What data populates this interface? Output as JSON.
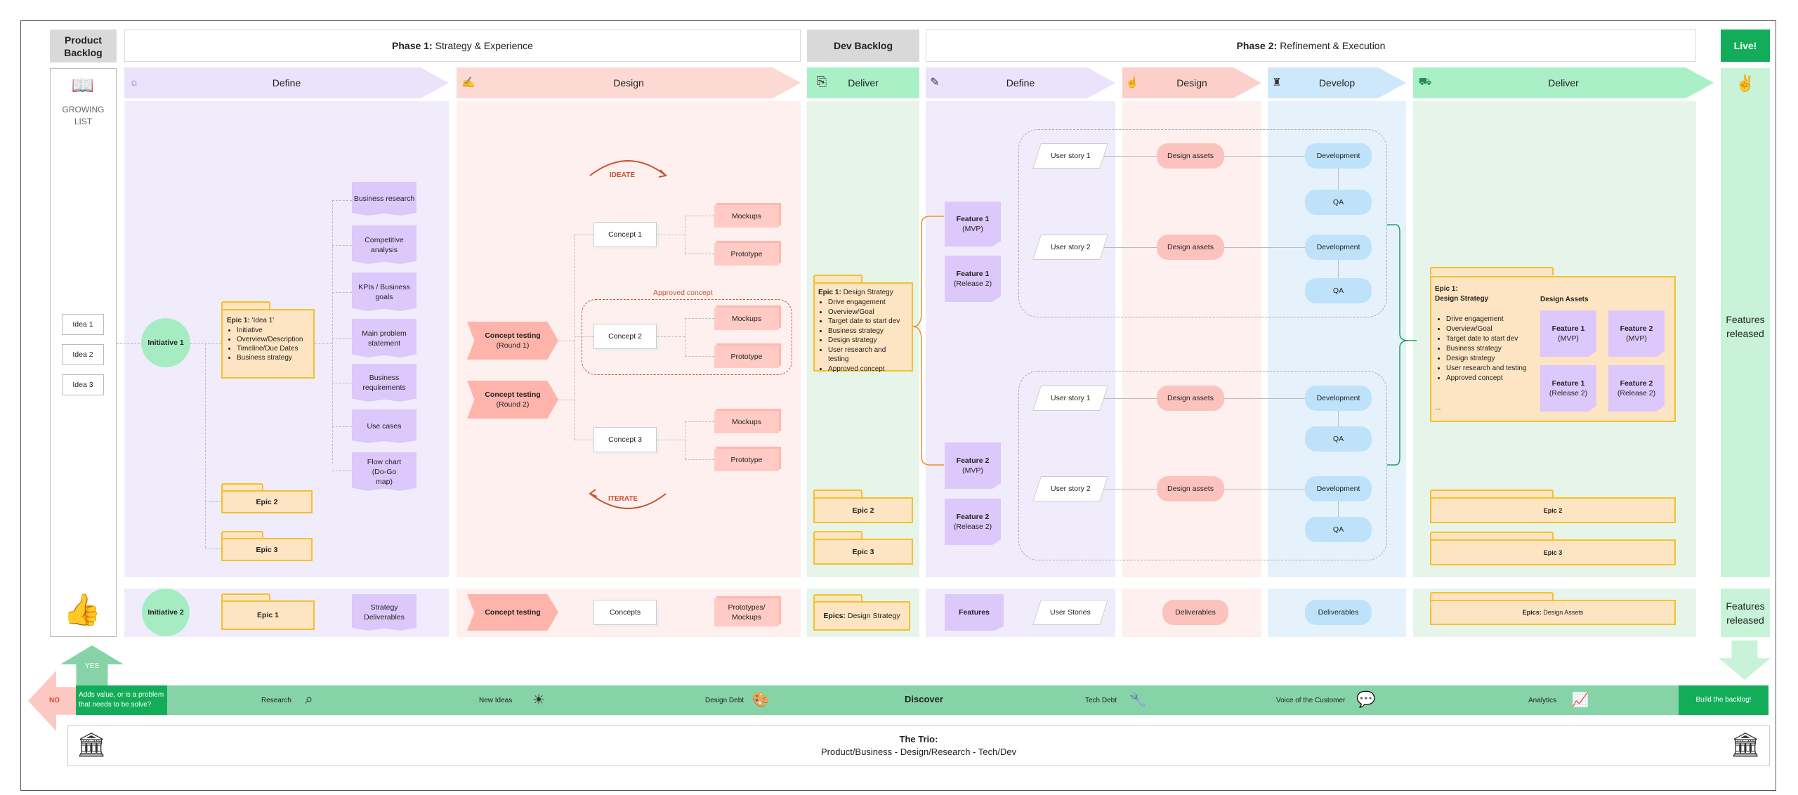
{
  "headers": {
    "product_backlog": "Product Backlog",
    "phase1_prefix": "Phase 1:",
    "phase1_title": "Strategy & Experience",
    "dev_backlog": "Dev Backlog",
    "phase2_prefix": "Phase 2:",
    "phase2_title": "Refinement & Execution",
    "live": "Live!"
  },
  "stages": {
    "define1": "Define",
    "design1": "Design",
    "deliver_dev": "Deliver",
    "define2": "Define",
    "design2": "Design",
    "develop": "Develop",
    "deliver2": "Deliver"
  },
  "backlog": {
    "growing_list": "GROWING LIST",
    "ideas": [
      "Idea 1",
      "Idea 2",
      "Idea 3"
    ]
  },
  "define1": {
    "initiative1": "Initiative 1",
    "epic1_title": "Epic 1:",
    "epic1_name": "'Idea 1'",
    "epic1_items": [
      "Initiative",
      "Overview/Description",
      "Timeline/Due Dates",
      "Business strategy"
    ],
    "epic2": "Epic 2",
    "epic3": "Epic 3",
    "docs": [
      "Business research",
      "Competitive analysis",
      "KPIs / Business goals",
      "Main problem statement",
      "Business requirements",
      "Use cases",
      "Flow chart (Do-Go map)"
    ]
  },
  "design1": {
    "ideate": "IDEATE",
    "iterate": "ITERATE",
    "approved": "Approved concept",
    "ct1a": "Concept testing",
    "ct1b": "(Round 1)",
    "ct2a": "Concept testing",
    "ct2b": "(Round 2)",
    "concepts": [
      "Concept 1",
      "Concept 2",
      "Concept 3"
    ],
    "mockups": "Mockups",
    "prototype": "Prototype"
  },
  "devbacklog": {
    "epic_title": "Epic 1:",
    "epic_name": "Design Strategy",
    "items": [
      "Drive engagement",
      "Overview/Goal",
      "Target date to start dev",
      "Business strategy",
      "Design strategy",
      "User research and testing",
      "Approved concept"
    ],
    "epic2": "Epic 2",
    "epic3": "Epic 3"
  },
  "define2": {
    "f1": "Feature 1",
    "f1mvp": "(MVP)",
    "f1r2": "Feature 1",
    "f1r2b": "(Release 2)",
    "f2": "Feature 2",
    "f2mvp": "(MVP)",
    "f2r2": "Feature 2",
    "f2r2b": "(Release 2)",
    "us1": "User story 1",
    "us2": "User story 2",
    "us3": "User story 1",
    "us4": "User story 2"
  },
  "design2": {
    "assets": "Design assets"
  },
  "develop": {
    "dev": "Development",
    "qa": "QA"
  },
  "deliver2": {
    "epic_title": "Epic 1:",
    "epic_sub": "Design Strategy",
    "items": [
      "Drive engagement",
      "Overview/Goal",
      "Target date to start dev",
      "Business strategy",
      "Design strategy",
      "User research and testing",
      "Approved concept"
    ],
    "ellipsis": "...",
    "assets_title": "Design Assets",
    "f1mvp_a": "Feature 1",
    "f1mvp_b": "(MVP)",
    "f2mvp_a": "Feature 2",
    "f2mvp_b": "(MVP)",
    "f1r2_a": "Feature 1",
    "f1r2_b": "(Release 2)",
    "f2r2_a": "Feature 2",
    "f2r2_b": "(Release 2)",
    "epic2": "Epic 2",
    "epic3": "Epic 3"
  },
  "live": {
    "features_released": "Features released",
    "features_released2": "Features released"
  },
  "row2": {
    "initiative2": "Initiative 2",
    "epic1": "Epic 1",
    "strategy": "Strategy Deliverables",
    "concept_testing": "Concept testing",
    "concepts": "Concepts",
    "protos": "Prototypes/ Mockups",
    "epics_prefix": "Epics:",
    "epics_ds": "Design Strategy",
    "features": "Features",
    "user_stories": "User Stories",
    "deliverables": "Deliverables",
    "deliverables2": "Deliverables",
    "epics2_prefix": "Epics:",
    "epics2_ds": "Design Assets"
  },
  "discover": {
    "yes": "YES",
    "no": "NO",
    "question": "Adds value, or is a problem that needs to be solve?",
    "research": "Research",
    "new_ideas": "New Ideas",
    "design_debt": "Design Debt",
    "discover": "Discover",
    "tech_debt": "Tech Debt",
    "voice": "Voice of the Customer",
    "analytics": "Analytics",
    "build": "Build the backlog!"
  },
  "trio": {
    "title": "The Trio:",
    "subtitle": "Product/Business - Design/Research - Tech/Dev"
  },
  "colors": {
    "define": "#f1ecfc",
    "design": "#fdf0ee",
    "deliver": "#e6f4ea",
    "develop": "#e6f2fb",
    "green": "#13ad5a",
    "discover": "#86d3a7"
  }
}
